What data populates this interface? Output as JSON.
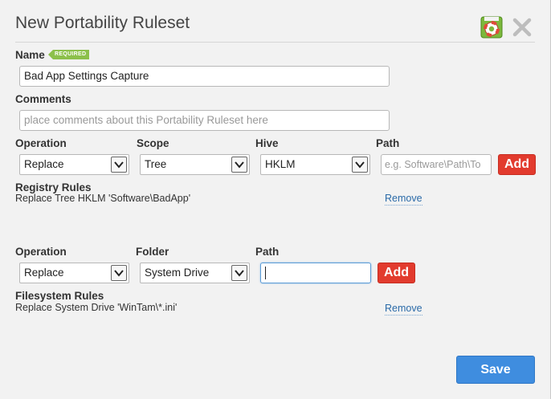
{
  "dialog": {
    "title": "New Portability Ruleset",
    "help_icon": "lifebuoy-help-icon",
    "close_icon": "close-x-icon"
  },
  "name": {
    "label": "Name",
    "required_badge": "REQUIRED",
    "value": "Bad App Settings Capture"
  },
  "comments": {
    "label": "Comments",
    "placeholder": "place comments about this Portability Ruleset here"
  },
  "registry": {
    "operation_label": "Operation",
    "scope_label": "Scope",
    "hive_label": "Hive",
    "path_label": "Path",
    "operation_value": "Replace",
    "scope_value": "Tree",
    "hive_value": "HKLM",
    "path_placeholder": "e.g. Software\\Path\\To",
    "add_label": "Add",
    "rules_heading": "Registry Rules",
    "rules": [
      {
        "text": "Replace Tree HKLM 'Software\\BadApp'",
        "remove_label": "Remove"
      }
    ]
  },
  "filesystem": {
    "operation_label": "Operation",
    "folder_label": "Folder",
    "path_label": "Path",
    "operation_value": "Replace",
    "folder_value": "System Drive",
    "path_value": "",
    "add_label": "Add",
    "rules_heading": "Filesystem Rules",
    "rules": [
      {
        "text": "Replace System Drive 'WinTam\\*.ini'",
        "remove_label": "Remove"
      }
    ]
  },
  "save_label": "Save",
  "colors": {
    "add_button": "#e23b2e",
    "save_button": "#3f8ddf",
    "required_badge": "#8cc04b",
    "link": "#2a6aa8"
  }
}
